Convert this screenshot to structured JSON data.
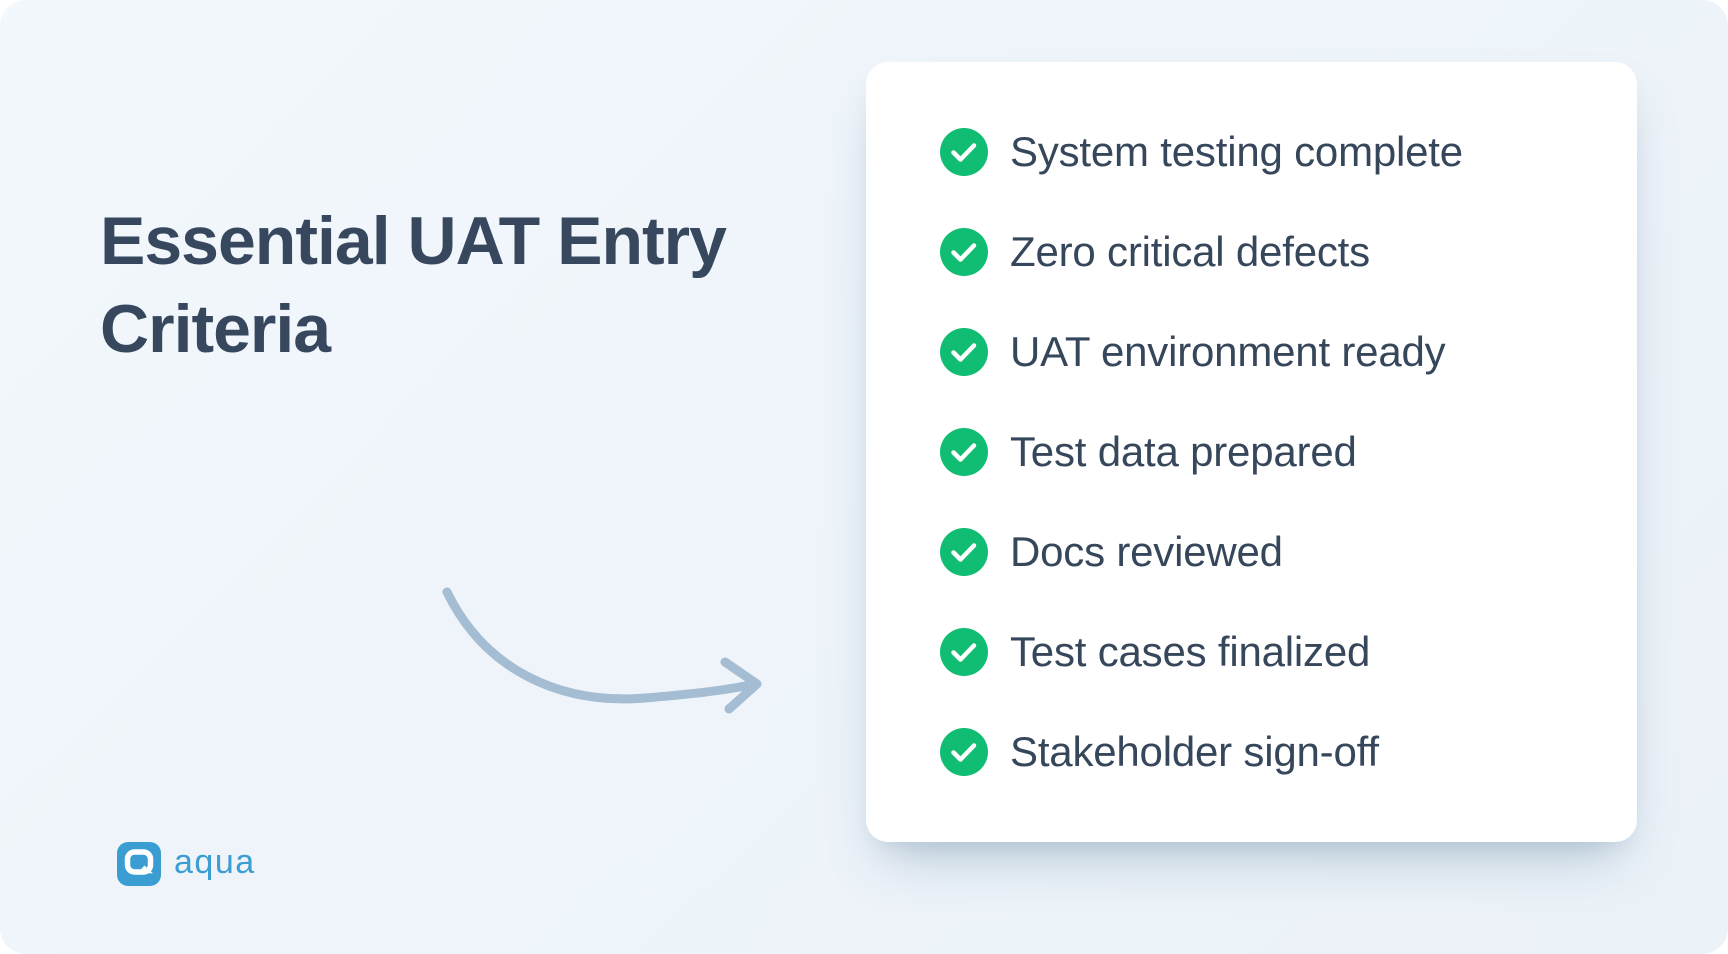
{
  "title": {
    "full": "Essential UAT Entry Criteria",
    "line1": "Essential UAT Entry",
    "line2": "Criteria"
  },
  "checklist": {
    "items": [
      {
        "label": "System testing complete"
      },
      {
        "label": "Zero critical defects"
      },
      {
        "label": "UAT environment ready"
      },
      {
        "label": "Test data prepared"
      },
      {
        "label": "Docs reviewed"
      },
      {
        "label": "Test cases finalized"
      },
      {
        "label": "Stakeholder sign-off"
      }
    ]
  },
  "logo": {
    "wordmark": "aqua"
  },
  "icons": {
    "item_bullet": "check-circle-icon",
    "annotation": "curved-arrow-icon",
    "brand": "aqua-q-icon"
  },
  "colors": {
    "background": "#eef4fa",
    "card": "#ffffff",
    "heading_text": "#37485e",
    "item_text": "#36465b",
    "check_green": "#10bd72",
    "arrow": "#a4bdd2",
    "logo_blue": "#3b9ed3"
  }
}
